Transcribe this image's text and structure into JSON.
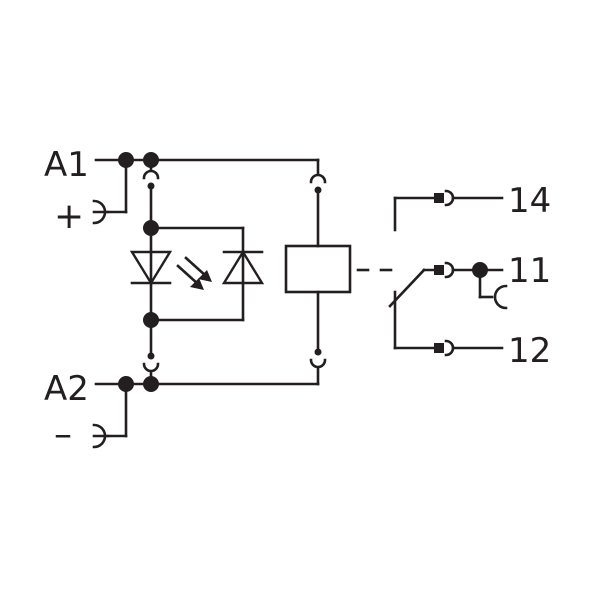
{
  "terminals": {
    "a1": "A1",
    "a2": "A2",
    "plus": "+",
    "minus": "–",
    "t14": "14",
    "t11": "11",
    "t12": "12"
  },
  "colors": {
    "ink": "#231f20",
    "background": "#ffffff"
  }
}
